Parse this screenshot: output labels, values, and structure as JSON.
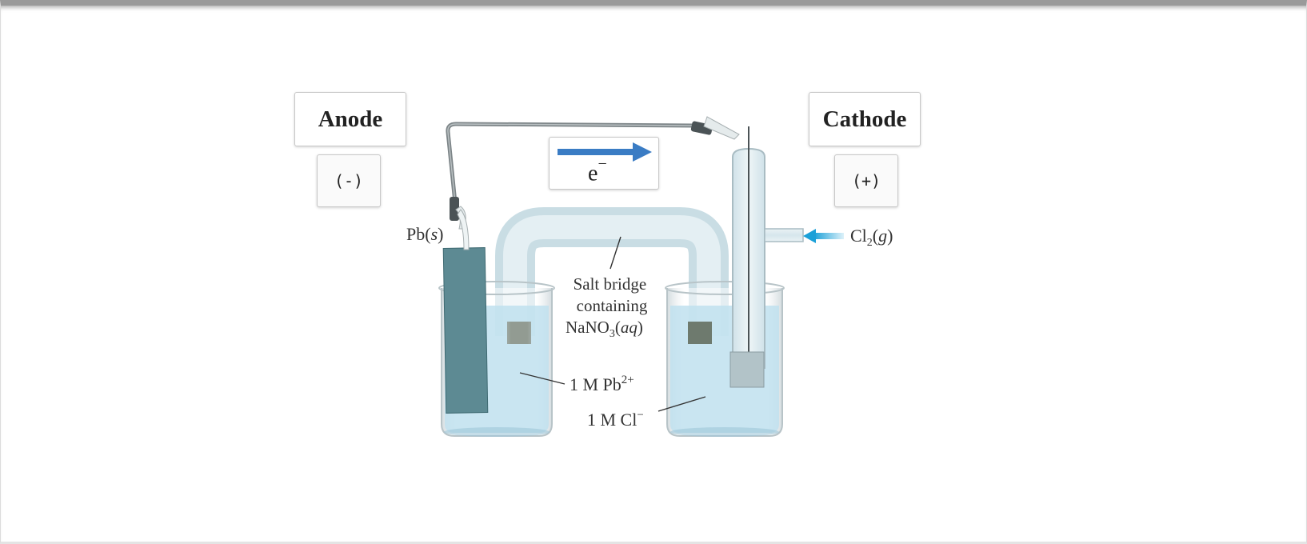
{
  "labels": {
    "anode": "Anode",
    "cathode": "Cathode",
    "anode_sign": "(-)",
    "cathode_sign": "(+)",
    "electron": "e",
    "electron_sup": "−"
  },
  "diagram": {
    "left_electrode": "Pb",
    "left_electrode_state": "s",
    "gas": "Cl",
    "gas_sub": "2",
    "gas_state": "g",
    "salt_bridge_line1": "Salt bridge",
    "salt_bridge_line2": "containing",
    "salt_bridge_line3_a": "NaNO",
    "salt_bridge_line3_sub": "3",
    "salt_bridge_line3_state": "aq",
    "left_solution": "1 M Pb",
    "left_solution_sup": "2+",
    "right_solution": "1 M Cl",
    "right_solution_sup": "−"
  },
  "colors": {
    "arrow_blue": "#3a7cc4",
    "gas_arrow_blue": "#1aa0d8",
    "solution": "#bfe0ee",
    "electrode": "#5d8a93"
  }
}
